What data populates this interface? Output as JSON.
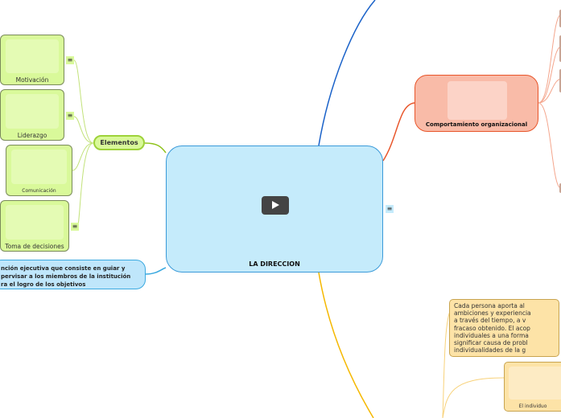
{
  "central": {
    "title": "LA DIRECCION",
    "play_icon": "play-icon"
  },
  "definition": {
    "lines": [
      "nción ejecutiva que consiste en guiar y",
      "pervisar a los miembros de la institución",
      "ra el logro de los objetivos"
    ]
  },
  "elementos": {
    "label": "Elementos",
    "children": [
      {
        "label": "Motivación"
      },
      {
        "label": "Liderazgo"
      },
      {
        "label": "Comunicación"
      },
      {
        "label": "Toma de decisiones"
      }
    ]
  },
  "comportamiento": {
    "label": "Comportamiento organizacional"
  },
  "individuo_note": {
    "lines": [
      "Cada persona aporta al",
      "ambiciones y experiencia",
      "a través del tiempo, a v",
      "fracaso obtenido. El acop",
      "individuales a una forma",
      "significar causa de probl",
      "individualidades de la g"
    ]
  },
  "individuo": {
    "label": "El individuo"
  },
  "colors": {
    "central": "#c5ebfb",
    "green": "#d9f99a",
    "orange": "#f9bba8",
    "yellow": "#fde3a7"
  }
}
